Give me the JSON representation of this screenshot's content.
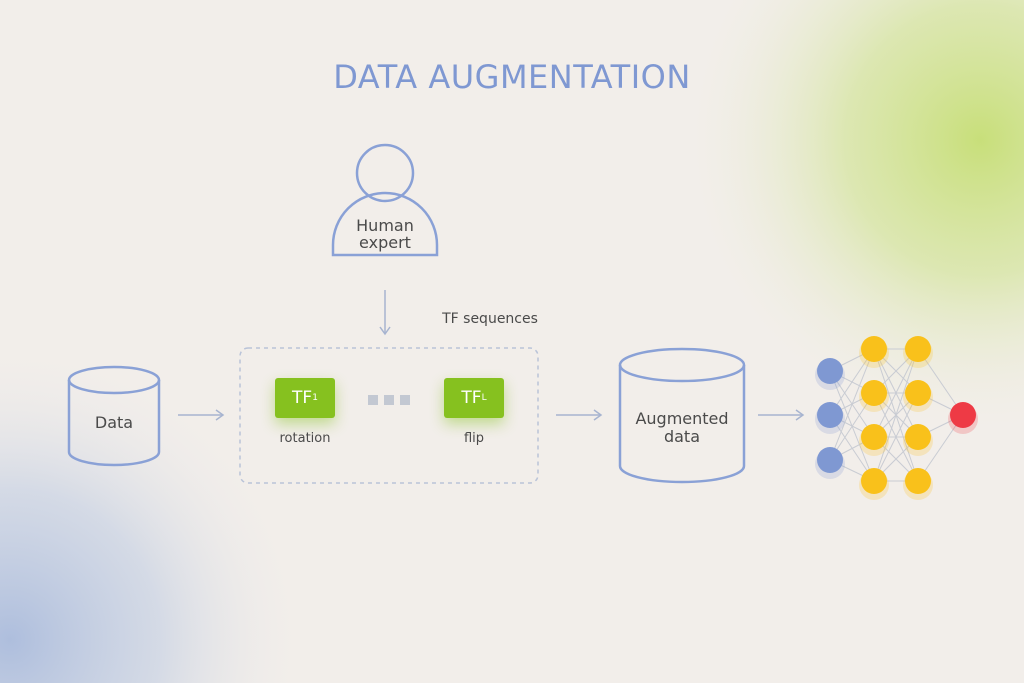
{
  "title": "DATA AUGMENTATION",
  "nodes": {
    "human_expert_line1": "Human",
    "human_expert_line2": "expert",
    "data": "Data",
    "augmented_line1": "Augmented",
    "augmented_line2": "data",
    "tf_sequences": "TF sequences"
  },
  "transforms": [
    {
      "symbol": "TF",
      "index": "1",
      "label": "rotation"
    },
    {
      "symbol": "TF",
      "index": "L",
      "label": "flip"
    }
  ],
  "colors": {
    "outline": "#8aa1d6",
    "arrow": "#a7b4d0",
    "tf_green": "#86c11f",
    "input_node": "#7f98d2",
    "hidden_node": "#f9c11b",
    "output_node": "#ee3a45",
    "bg_green": "#cfe18f",
    "bg_blue": "#bcc8de"
  },
  "network": {
    "layers": [
      3,
      4,
      4,
      1
    ]
  }
}
